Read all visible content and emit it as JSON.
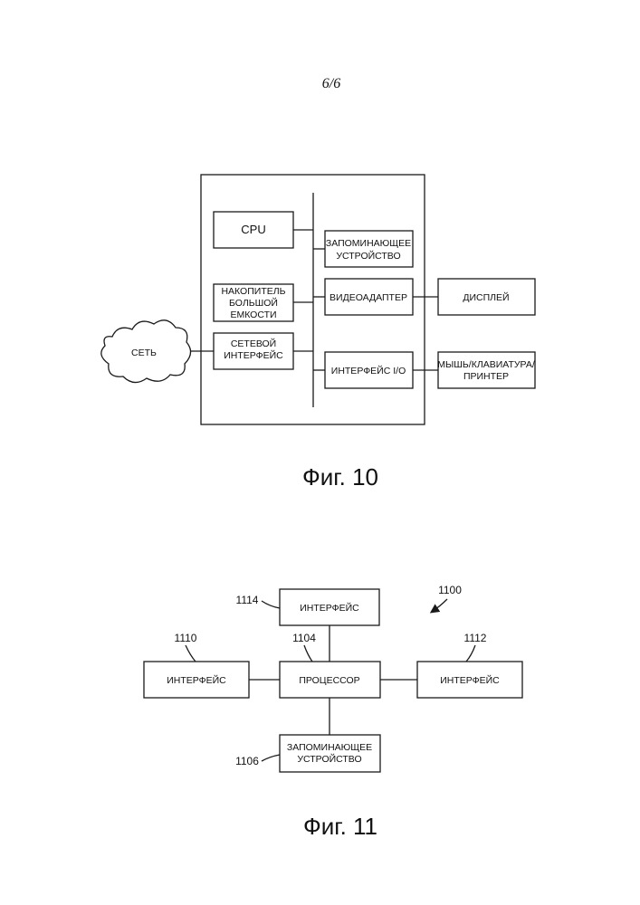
{
  "page_number": "6/6",
  "fig10": {
    "caption": "Фиг. 10",
    "cpu": "CPU",
    "storage_l1": "НАКОПИТЕЛЬ",
    "storage_l2": "БОЛЬШОЙ",
    "storage_l3": "ЕМКОСТИ",
    "netif_l1": "СЕТЕВОЙ",
    "netif_l2": "ИНТЕРФЕЙС",
    "network": "СЕТЬ",
    "memory_l1": "ЗАПОМИНАЮЩЕЕ",
    "memory_l2": "УСТРОЙСТВО",
    "video": "ВИДЕОАДАПТЕР",
    "io": "ИНТЕРФЕЙС I/O",
    "display": "ДИСПЛЕЙ",
    "periph_l1": "МЫШЬ/КЛАВИАТУРА/",
    "periph_l2": "ПРИНТЕР"
  },
  "fig11": {
    "caption": "Фиг. 11",
    "system_ref": "1100",
    "top_box": "ИНТЕРФЕЙС",
    "top_ref": "1114",
    "left_box": "ИНТЕРФЕЙС",
    "left_ref": "1110",
    "right_box": "ИНТЕРФЕЙС",
    "right_ref": "1112",
    "center_box": "ПРОЦЕССОР",
    "center_ref": "1104",
    "bottom_l1": "ЗАПОМИНАЮЩЕЕ",
    "bottom_l2": "УСТРОЙСТВО",
    "bottom_ref": "1106"
  }
}
